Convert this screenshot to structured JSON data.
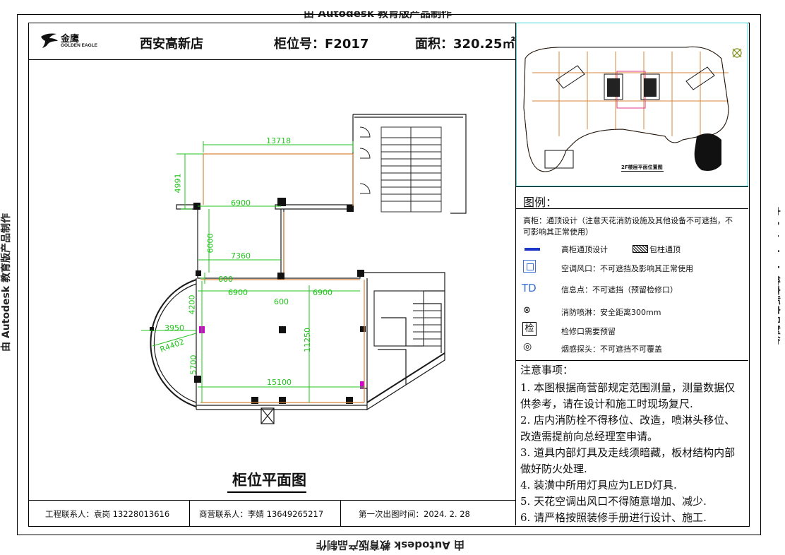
{
  "watermark": {
    "top": "由 Autodesk 教育版产品制作",
    "left": "由 Autodesk 教育版产品制作",
    "right": "由 Autodesk 教育版产品制作",
    "bottom": "由 Autodesk 教育版产品制作"
  },
  "header": {
    "logo_cn": "金鹰",
    "logo_en": "GOLDEN EAGLE",
    "store": "西安高新店",
    "unit": "柜位号：F2017",
    "area": "面积：320.25㎡"
  },
  "plan": {
    "title": "柜位平面图",
    "dimensions": [
      "13718",
      "4991",
      "6900",
      "6000",
      "7360",
      "600",
      "6900",
      "600",
      "6900",
      "4200",
      "3950",
      "R4402",
      "11250",
      "5700",
      "15100"
    ]
  },
  "keyplan": {
    "caption": "2F楼层平面位置图"
  },
  "legend": {
    "title": "图例：",
    "intro": "高柜：通顶设计（注意天花消防设施及其他设备不可遮挡，不可影响其正常使用）",
    "items": [
      {
        "label": "高柜通顶设计",
        "symbol": "blue-bar-icon"
      },
      {
        "label": "包柱通顶",
        "symbol": "hatch-icon"
      },
      {
        "label": "空调风口：不可遮挡及影响其正常使用",
        "symbol": "air-vent-icon"
      },
      {
        "label": "信息点：不可遮挡（预留检修口）",
        "symbol": "info-point-icon",
        "glyph": "TD"
      },
      {
        "label": "消防喷淋：安全距离300mm",
        "symbol": "sprinkler-icon",
        "glyph": "⊗"
      },
      {
        "label": "检修口需要预留",
        "symbol": "inspection-icon",
        "glyph": "检"
      },
      {
        "label": "烟感探头：不可遮挡不可覆盖",
        "symbol": "smoke-detector-icon",
        "glyph": "◎"
      }
    ]
  },
  "notes": {
    "title": "注意事项：",
    "items": [
      "1. 本图根据商营部规定范围测量，测量数据仅供参考，请在设计和施工时现场复尺.",
      "2. 店内消防栓不得移位、改造，喷淋头移位、改造需提前向总经理室申请。",
      "3. 道具内部灯具及走线须暗藏，板材结构内部做好防火处理.",
      "4. 装潢中所用灯具应为LED灯具.",
      "5. 天花空调出风口不得随意增加、减少.",
      "6. 请严格按照装修手册进行设计、施工."
    ]
  },
  "footer": {
    "engineering": "工程联系人：袁岗  13228013616",
    "commercial": "商营联系人：李婧  13649265217",
    "date": "第一次出图时间：2024. 2. 28"
  },
  "colors": {
    "dim": "#22c41c",
    "wall": "#1a1a1a",
    "boundary": "#d9843a",
    "cyan": "#3ad6d8",
    "blue": "#1d35c9",
    "magenta": "#d000d0"
  }
}
